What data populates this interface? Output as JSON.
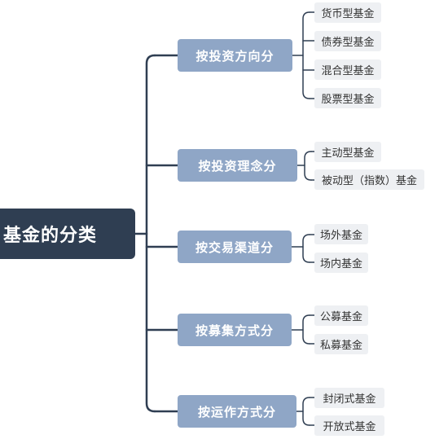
{
  "root": {
    "label": "基金的分类"
  },
  "categories": [
    {
      "label": "按投资方向分",
      "children": [
        "货币型基金",
        "债券型基金",
        "混合型基金",
        "股票型基金"
      ]
    },
    {
      "label": "按投资理念分",
      "children": [
        "主动型基金",
        "被动型（指数）基金"
      ]
    },
    {
      "label": "按交易渠道分",
      "children": [
        "场外基金",
        "场内基金"
      ]
    },
    {
      "label": "按募集方式分",
      "children": [
        "公募基金",
        "私募基金"
      ]
    },
    {
      "label": "按运作方式分",
      "children": [
        "封闭式基金",
        "开放式基金"
      ]
    }
  ],
  "colors": {
    "root_bg": "#2f3e52",
    "category_bg": "#8fa6c6",
    "leaf_bg": "#eef0f3",
    "connector": "#2f3e52"
  }
}
